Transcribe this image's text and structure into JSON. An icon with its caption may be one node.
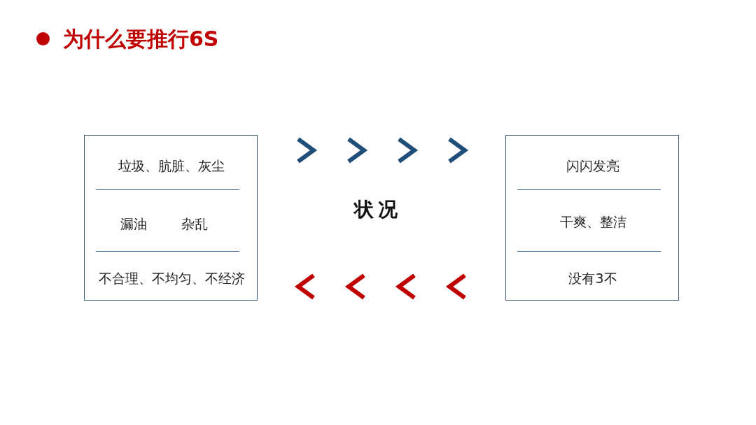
{
  "diagram": {
    "title": "为什么要推行6S",
    "nodes": [
      {
        "text": [
          "垃圾、肮脏、灰尘",
          "漏油",
          "杂乱",
          "不合理、不均匀、不经济"
        ]
      },
      {
        "text": [
          "闪闪发亮",
          "干爽、整洁",
          "没有3不"
        ]
      }
    ],
    "edges": [
      {
        "from": 0,
        "to": 1,
        "arrow": "to",
        "color": "#1f4e79"
      },
      {
        "from": 1,
        "to": 0,
        "arrow": "to",
        "color": "#c00000"
      }
    ],
    "labels": [
      "状况"
    ]
  }
}
